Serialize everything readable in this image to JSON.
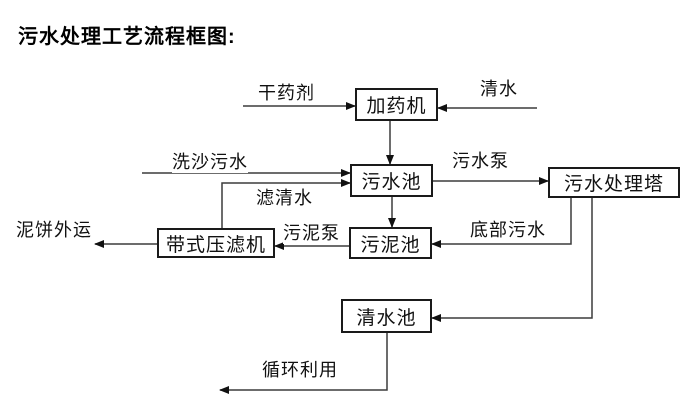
{
  "title": "污水处理工艺流程框图:",
  "nodes": {
    "dosing_machine": {
      "label": "加药机"
    },
    "sewage_pool": {
      "label": "污水池"
    },
    "treatment_tower": {
      "label": "污水处理塔"
    },
    "sludge_pool": {
      "label": "污泥池"
    },
    "belt_filter_press": {
      "label": "带式压滤机"
    },
    "clean_water_pool": {
      "label": "清水池"
    }
  },
  "edges": [
    {
      "from": "external",
      "to": "dosing_machine",
      "label": "干药剂"
    },
    {
      "from": "external",
      "to": "dosing_machine",
      "label": "清水"
    },
    {
      "from": "dosing_machine",
      "to": "sewage_pool",
      "label": ""
    },
    {
      "from": "external",
      "to": "sewage_pool",
      "label": "洗沙污水"
    },
    {
      "from": "belt_filter_press",
      "to": "sewage_pool",
      "label": "滤清水"
    },
    {
      "from": "sewage_pool",
      "to": "treatment_tower",
      "label": "污水泵"
    },
    {
      "from": "sewage_pool",
      "to": "sludge_pool",
      "label": ""
    },
    {
      "from": "treatment_tower",
      "to": "sludge_pool",
      "label": "底部污水"
    },
    {
      "from": "sludge_pool",
      "to": "belt_filter_press",
      "label": "污泥泵"
    },
    {
      "from": "belt_filter_press",
      "to": "external",
      "label": "泥饼外运"
    },
    {
      "from": "treatment_tower",
      "to": "clean_water_pool",
      "label": ""
    },
    {
      "from": "clean_water_pool",
      "to": "external",
      "label": "循环利用"
    }
  ],
  "colors": {
    "background": "#ffffff",
    "line": "#3c3c3c",
    "arrowhead": "#111111",
    "box_border": "#1a1a1a",
    "text": "#111111"
  }
}
